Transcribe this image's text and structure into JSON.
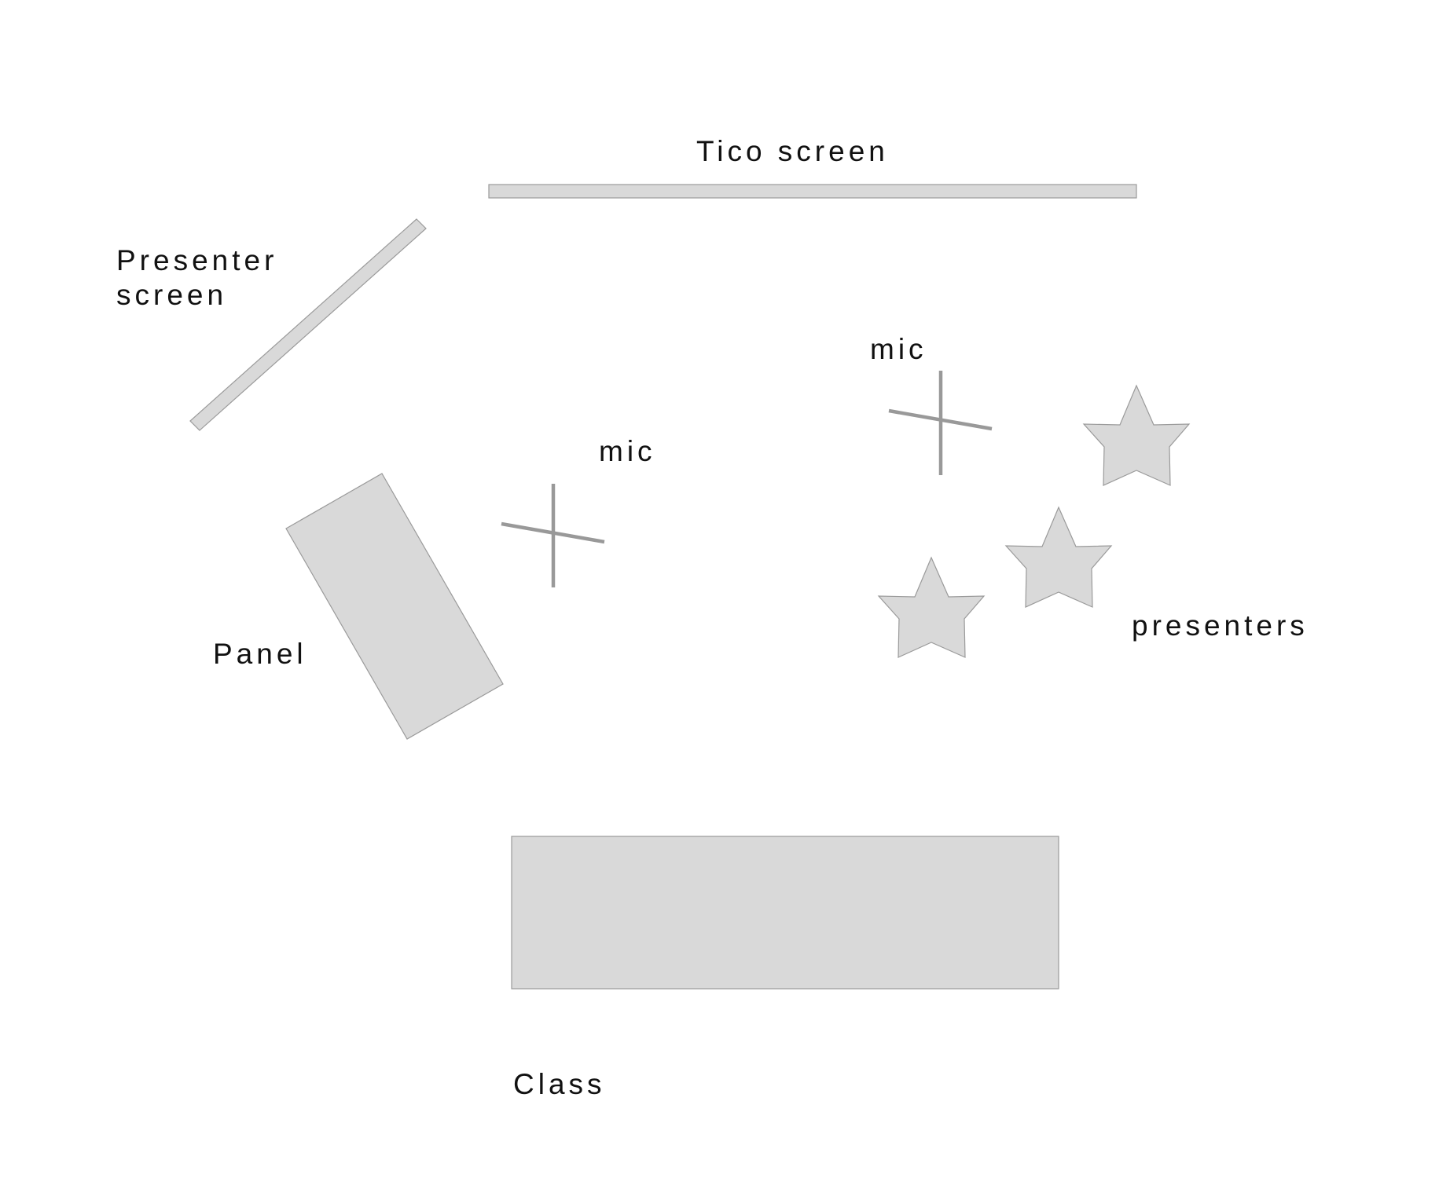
{
  "labels": {
    "tico_screen": "Tico screen",
    "presenter_screen_line1": "Presenter",
    "presenter_screen_line2": "screen",
    "mic_left": "mic",
    "mic_right": "mic",
    "panel": "Panel",
    "presenters": "presenters",
    "class": "Class"
  },
  "colors": {
    "shape_fill": "#d9d9d9",
    "shape_stroke": "#9a9a9a",
    "mic_stroke": "#999999",
    "text": "#111111"
  },
  "icons": {
    "presenter": "star-icon",
    "mic": "cross-icon"
  }
}
